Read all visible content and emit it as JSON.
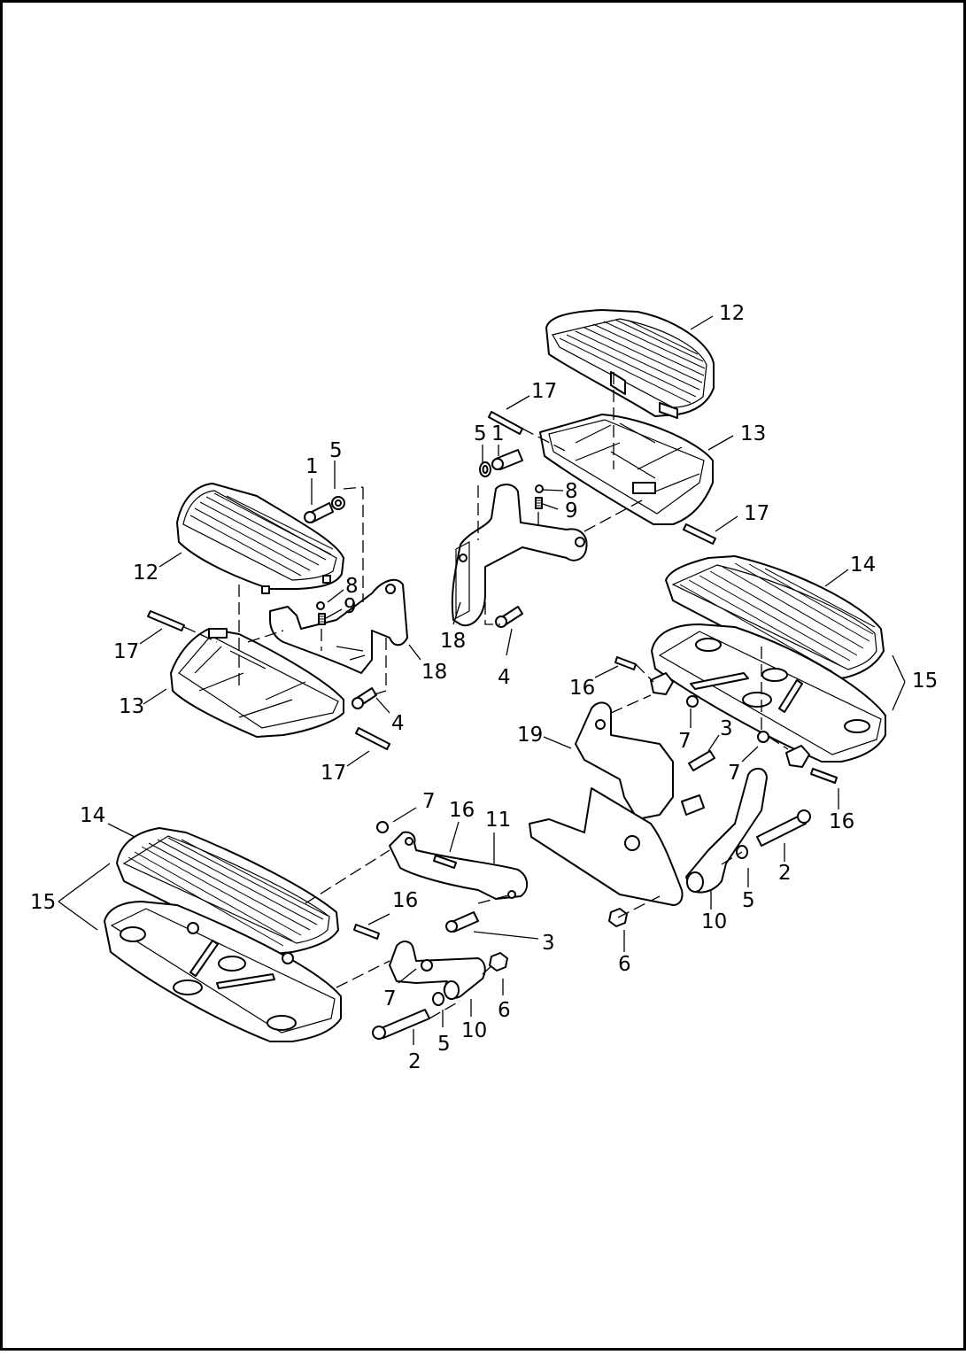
{
  "diagram": {
    "callouts": [
      {
        "id": "c12-top",
        "label": "12"
      },
      {
        "id": "c17-top",
        "label": "17"
      },
      {
        "id": "c5-mid",
        "label": "5"
      },
      {
        "id": "c1-mid",
        "label": "1"
      },
      {
        "id": "c13-top",
        "label": "13"
      },
      {
        "id": "c8-mid",
        "label": "8"
      },
      {
        "id": "c9-mid",
        "label": "9"
      },
      {
        "id": "c17-right",
        "label": "17"
      },
      {
        "id": "c18-mid",
        "label": "18"
      },
      {
        "id": "c4-mid",
        "label": "4"
      },
      {
        "id": "c1-left",
        "label": "1"
      },
      {
        "id": "c5-left",
        "label": "5"
      },
      {
        "id": "c12-left",
        "label": "12"
      },
      {
        "id": "c8-left",
        "label": "8"
      },
      {
        "id": "c9-left",
        "label": "9"
      },
      {
        "id": "c17-left",
        "label": "17"
      },
      {
        "id": "c18-left",
        "label": "18"
      },
      {
        "id": "c13-left",
        "label": "13"
      },
      {
        "id": "c4-left",
        "label": "4"
      },
      {
        "id": "c17-bottom",
        "label": "17"
      },
      {
        "id": "c14-right",
        "label": "14"
      },
      {
        "id": "c15-right",
        "label": "15"
      },
      {
        "id": "c16-right",
        "label": "16"
      },
      {
        "id": "c7-right",
        "label": "7"
      },
      {
        "id": "c3-right",
        "label": "3"
      },
      {
        "id": "c19",
        "label": "19"
      },
      {
        "id": "c7-right2",
        "label": "7"
      },
      {
        "id": "c16-right2",
        "label": "16"
      },
      {
        "id": "c2-right",
        "label": "2"
      },
      {
        "id": "c5-right",
        "label": "5"
      },
      {
        "id": "c10-right",
        "label": "10"
      },
      {
        "id": "c6-right",
        "label": "6"
      },
      {
        "id": "c14-left",
        "label": "14"
      },
      {
        "id": "c15-left",
        "label": "15"
      },
      {
        "id": "c7-low",
        "label": "7"
      },
      {
        "id": "c16-low",
        "label": "16"
      },
      {
        "id": "c11",
        "label": "11"
      },
      {
        "id": "c16-low2",
        "label": "16"
      },
      {
        "id": "c3-low",
        "label": "3"
      },
      {
        "id": "c7-low2",
        "label": "7"
      },
      {
        "id": "c6-low",
        "label": "6"
      },
      {
        "id": "c10-low",
        "label": "10"
      },
      {
        "id": "c5-low",
        "label": "5"
      },
      {
        "id": "c2-low",
        "label": "2"
      }
    ]
  }
}
